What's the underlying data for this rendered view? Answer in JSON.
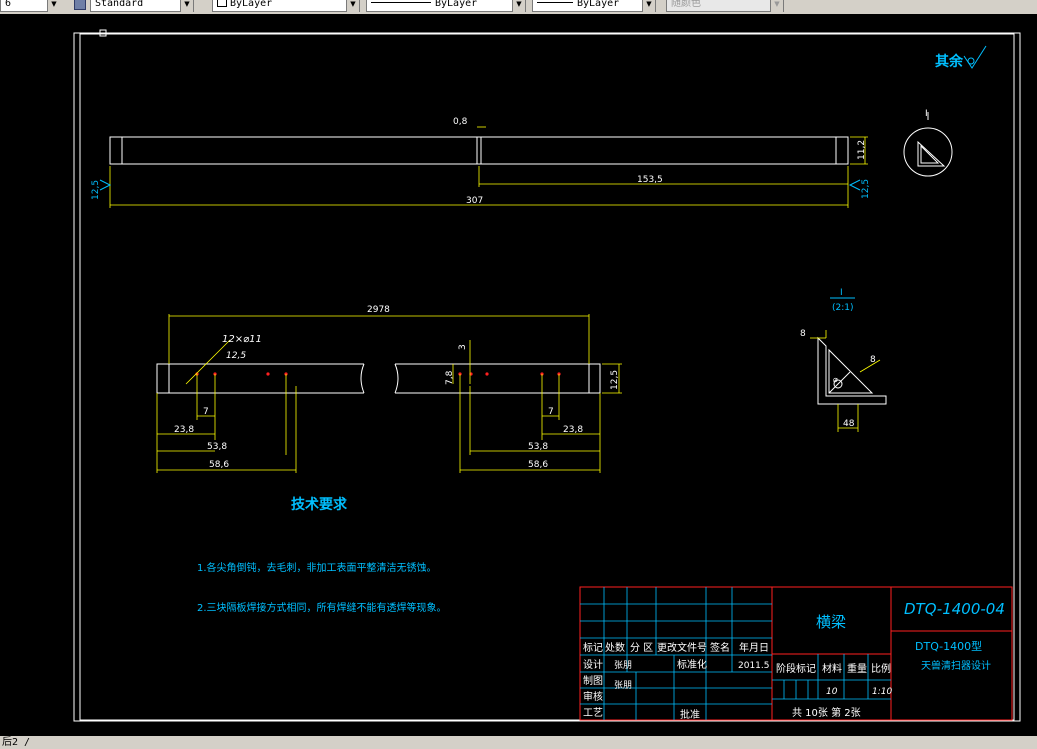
{
  "toolbar": {
    "left_fragment": "6",
    "text_style": "Standard",
    "layer": "ByLayer",
    "linetype": "ByLayer",
    "lineweight": "ByLayer",
    "plot_style": "随颜色"
  },
  "drawing": {
    "roughness_label": "其余",
    "bar_top": {
      "dim_gap": "0,8",
      "dim_half": "153,5",
      "dim_total": "307",
      "dim_height": "11,2",
      "rough_left": "12,5",
      "rough_right": "12,5"
    },
    "section_mark": "I",
    "detail_label": "I",
    "detail_scale": "(2:1)",
    "bar_front": {
      "dim_length": "2978",
      "hole_callout": "12×⌀11",
      "hole_rough": "12,5",
      "dim_3": "3",
      "dim_7_8": "7,8",
      "dim_12_5": "12,5",
      "dim_7_left": "7",
      "dim_23_8_left": "23,8",
      "dim_53_8_left": "53,8",
      "dim_58_6_left": "58,6",
      "dim_7_right": "7",
      "dim_23_8_right": "23,8",
      "dim_53_8_right": "53,8",
      "dim_58_6_right": "58,6"
    },
    "detail_dims": {
      "d8_top": "8",
      "d8_diag": "8",
      "d48": "48",
      "dphi": "⌀"
    },
    "tech_title": "技术要求",
    "tech_notes": [
      "1.各尖角倒钝，去毛刺，非加工表面平整清洁无锈蚀。",
      "2.三块隔板焊接方式相同，所有焊缝不能有透焊等现象。"
    ]
  },
  "title_block": {
    "part_name": "横梁",
    "drawing_no": "DTQ-1400-04",
    "project_line1": "DTQ-1400型",
    "project_line2": "天兽清扫器设计",
    "hdr_mark": "标记",
    "hdr_count": "处数",
    "hdr_zone": "分 区",
    "hdr_doc": "更改文件号",
    "hdr_sign": "签名",
    "hdr_date": "年月日",
    "row_design": "设计",
    "row_draw": "制图",
    "row_check": "审核",
    "row_process": "工艺",
    "designer": "张朋",
    "drafter": "张朋",
    "standardize": "标准化",
    "approve": "批准",
    "date": "2011.5",
    "stage_mark": "阶段标记",
    "material": "材料",
    "weight": "重量",
    "scale_hdr": "比例",
    "material_val": "10",
    "scale_val": "1:10",
    "sheets": "共 10张 第 2张"
  },
  "status_text": "后2 /",
  "colors": {
    "canvas": "#000000",
    "white": "#ffffff",
    "yellow": "#ffff00",
    "cyan": "#00bfff",
    "red": "#ff2020"
  }
}
